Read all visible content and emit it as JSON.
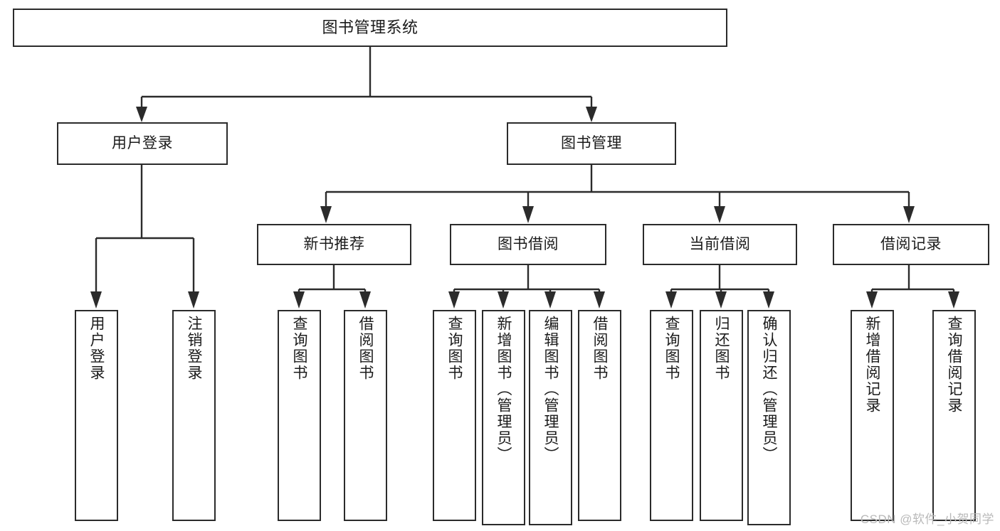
{
  "diagram": {
    "title": "图书管理系统",
    "type": "tree-hierarchy-diagram",
    "colors": {
      "line": "#2b2b2b",
      "box_border": "#2b2b2b",
      "box_fill": "#ffffff",
      "text": "#1b1b1b",
      "watermark": "#b9b9b9",
      "background": "#ffffff"
    },
    "root": {
      "label": "图书管理系统"
    },
    "level2": [
      {
        "id": "user-login",
        "label": "用户登录"
      },
      {
        "id": "book-management",
        "label": "图书管理"
      }
    ],
    "level3": [
      {
        "id": "new-book-recommend",
        "label": "新书推荐",
        "parent": "book-management"
      },
      {
        "id": "book-borrow",
        "label": "图书借阅",
        "parent": "book-management"
      },
      {
        "id": "current-borrow",
        "label": "当前借阅",
        "parent": "book-management"
      },
      {
        "id": "borrow-record",
        "label": "借阅记录",
        "parent": "book-management"
      }
    ],
    "leaves": {
      "user_login": [
        {
          "id": "leaf-user-login",
          "label": "用户登录"
        },
        {
          "id": "leaf-logout",
          "label": "注销登录"
        }
      ],
      "new_book_recommend": [
        {
          "id": "leaf-query-book-1",
          "label": "查询图书"
        },
        {
          "id": "leaf-borrow-book-1",
          "label": "借阅图书"
        }
      ],
      "book_borrow": [
        {
          "id": "leaf-query-book-2",
          "label": "查询图书"
        },
        {
          "id": "leaf-add-book",
          "label": "新增图书（管理员）"
        },
        {
          "id": "leaf-edit-book",
          "label": "编辑图书（管理员）"
        },
        {
          "id": "leaf-borrow-book-2",
          "label": "借阅图书"
        }
      ],
      "current_borrow": [
        {
          "id": "leaf-query-book-3",
          "label": "查询图书"
        },
        {
          "id": "leaf-return-book",
          "label": "归还图书"
        },
        {
          "id": "leaf-confirm-return",
          "label": "确认归还（管理员）"
        }
      ],
      "borrow_record": [
        {
          "id": "leaf-add-record",
          "label": "新增借阅记录"
        },
        {
          "id": "leaf-query-record",
          "label": "查询借阅记录"
        }
      ]
    }
  },
  "watermark": {
    "text": "CSDN @软件_小贺同学"
  }
}
